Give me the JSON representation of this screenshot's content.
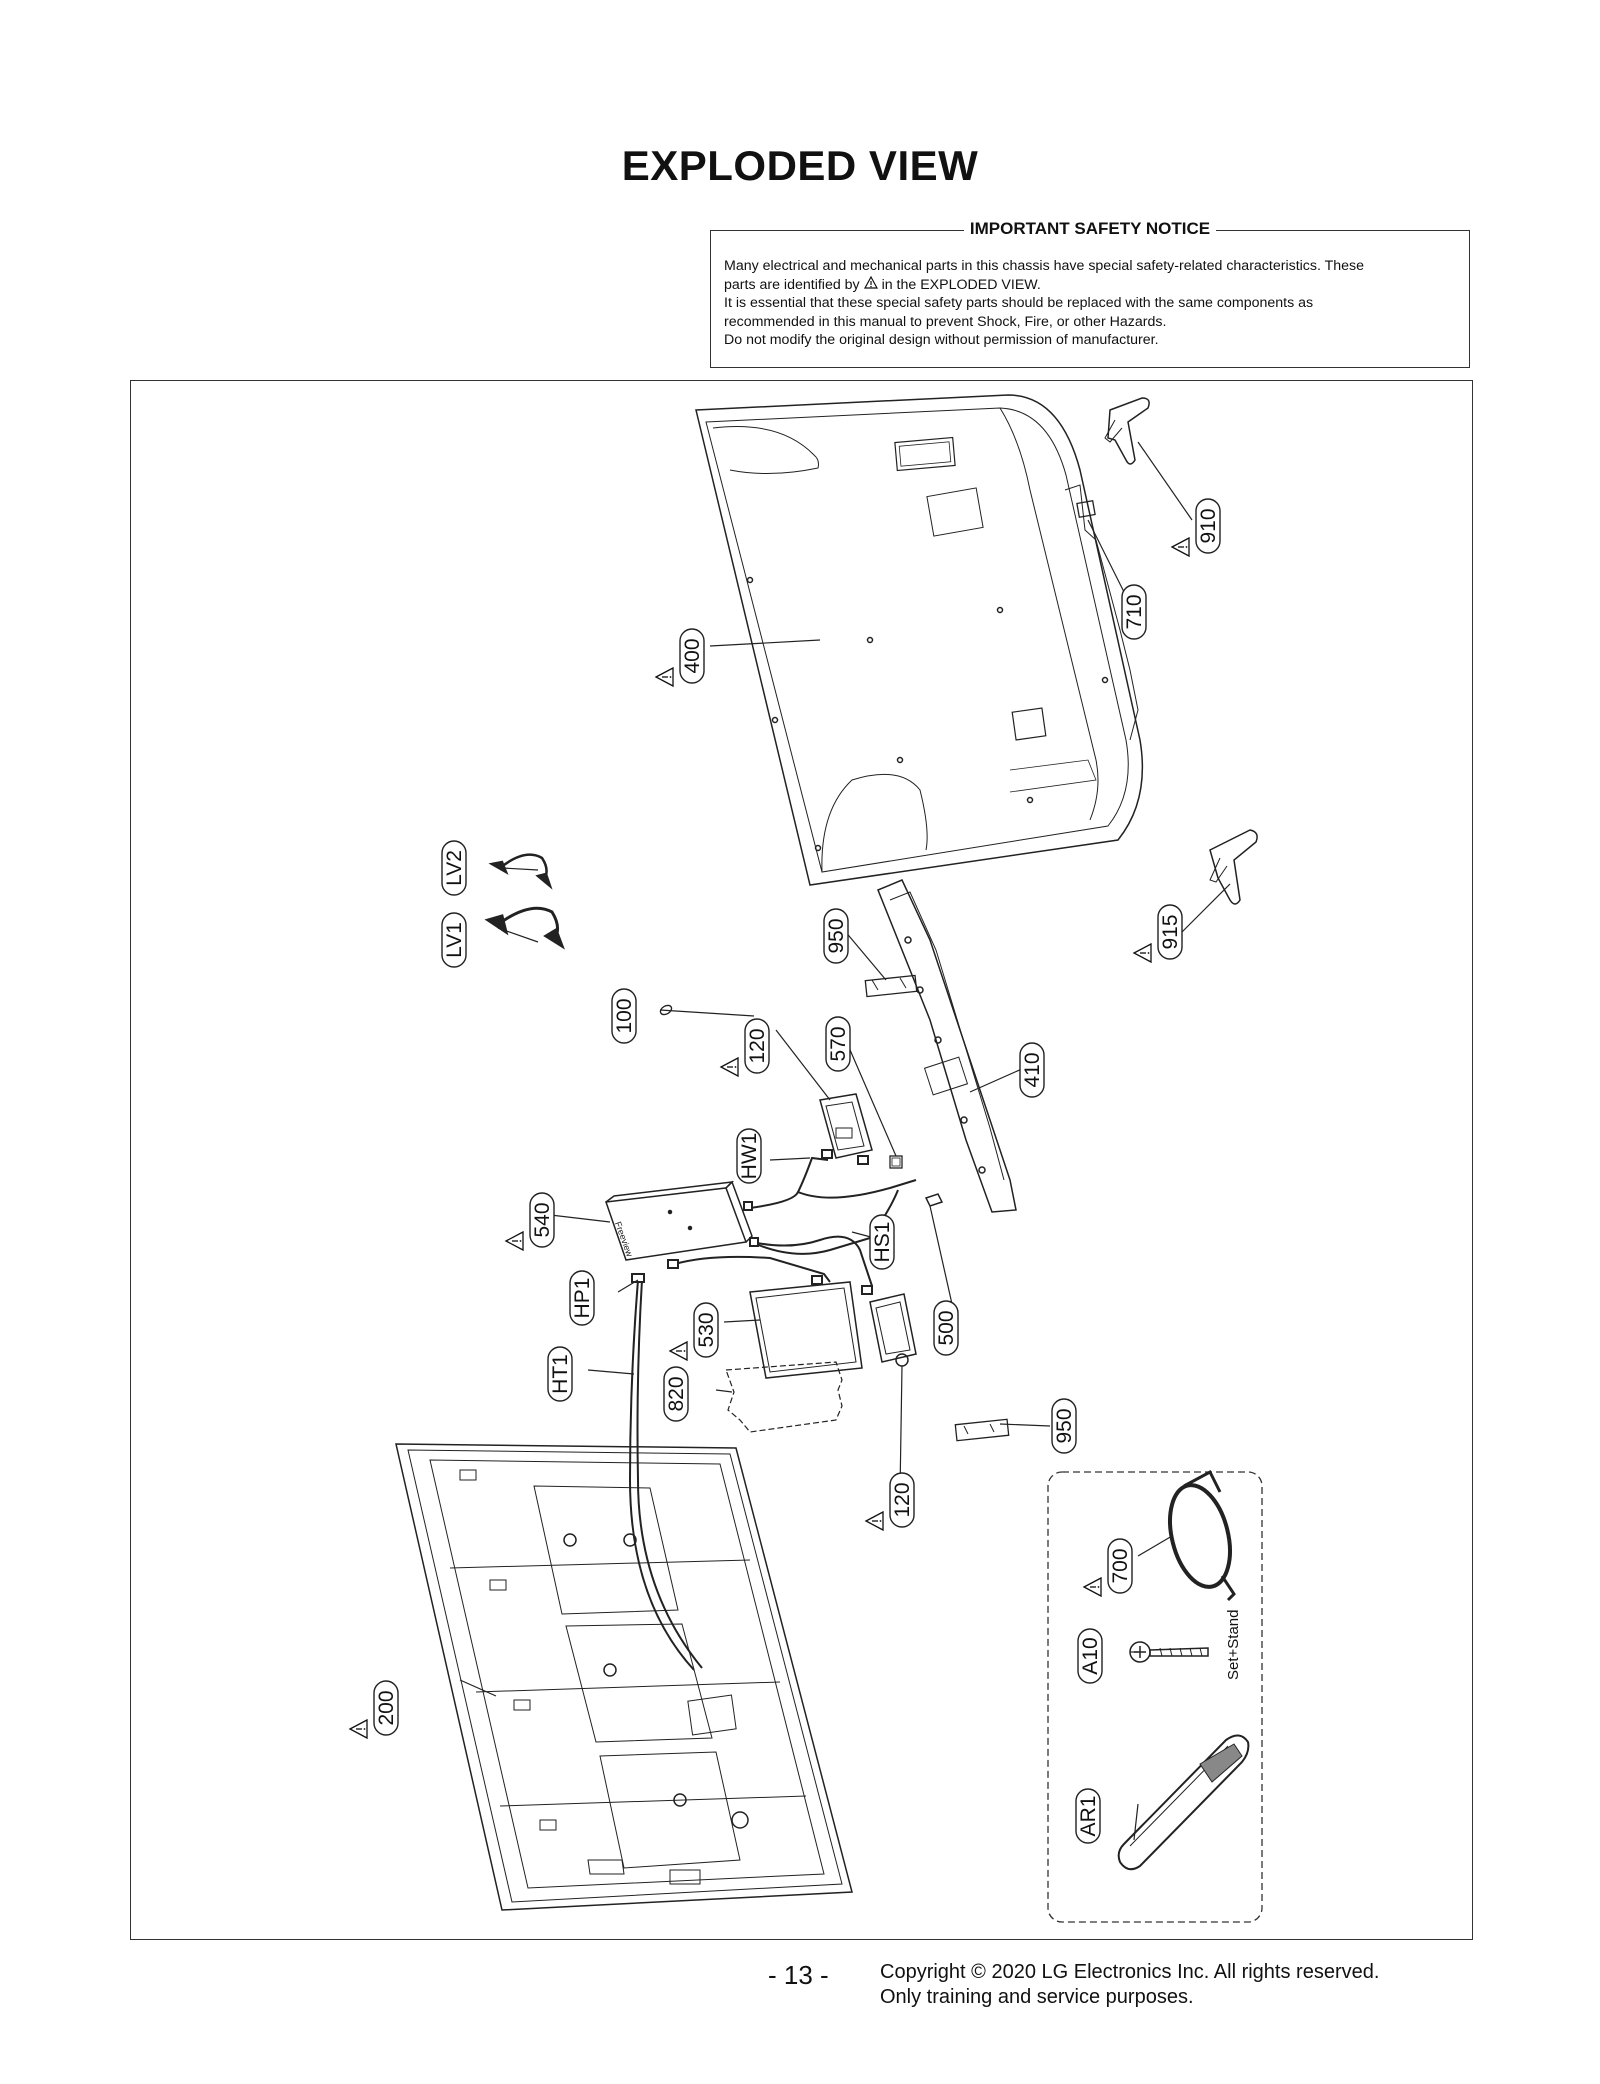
{
  "page": {
    "title": "EXPLODED VIEW",
    "page_number": "- 13 -",
    "copyright_line1": "Copyright © 2020 LG Electronics Inc. All rights reserved.",
    "copyright_line2": "Only training and service purposes."
  },
  "notice": {
    "heading": "IMPORTANT SAFETY NOTICE",
    "line1": "Many electrical and mechanical parts in this chassis have special safety-related characteristics. These",
    "line2_before": "parts are identified by",
    "line2_after": "in the EXPLODED VIEW.",
    "line3": "It is essential that these special safety parts should be replaced with the same components as",
    "line4": "recommended in this manual to prevent Shock, Fire, or other Hazards.",
    "line5": "Do not modify the original design without permission of manufacturer."
  },
  "parts": [
    {
      "id": "910",
      "safety": true
    },
    {
      "id": "710",
      "safety": false
    },
    {
      "id": "400",
      "safety": true
    },
    {
      "id": "LV2",
      "safety": false
    },
    {
      "id": "LV1",
      "safety": false
    },
    {
      "id": "915",
      "safety": true
    },
    {
      "id": "950",
      "safety": false
    },
    {
      "id": "100",
      "safety": false
    },
    {
      "id": "120",
      "safety": true
    },
    {
      "id": "570",
      "safety": false
    },
    {
      "id": "410",
      "safety": false
    },
    {
      "id": "HW1",
      "safety": false
    },
    {
      "id": "540",
      "safety": true
    },
    {
      "id": "HS1",
      "safety": false
    },
    {
      "id": "HP1",
      "safety": false
    },
    {
      "id": "530",
      "safety": true
    },
    {
      "id": "500",
      "safety": false
    },
    {
      "id": "HT1",
      "safety": false
    },
    {
      "id": "820",
      "safety": false
    },
    {
      "id": "950",
      "safety": false
    },
    {
      "id": "120",
      "safety": true
    },
    {
      "id": "700",
      "safety": true
    },
    {
      "id": "A10",
      "safety": false
    },
    {
      "id": "AR1",
      "safety": false
    },
    {
      "id": "200",
      "safety": true
    }
  ],
  "accessory_note": "Set+Stand",
  "brand_mark": "Freeview"
}
